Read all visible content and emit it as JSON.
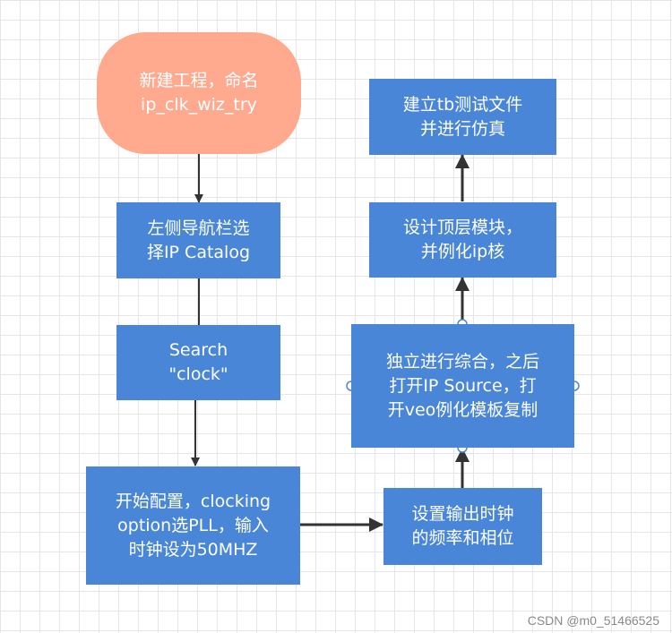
{
  "nodes": [
    {
      "id": "new-project",
      "text": "新建工程，命名\nip_clk_wiz_try"
    },
    {
      "id": "ip-catalog",
      "text": "左侧导航栏选\n择IP Catalog"
    },
    {
      "id": "search-clock",
      "text": "Search\n\"clock\""
    },
    {
      "id": "config-pll",
      "text": "开始配置，clocking\noption选PLL，输入\n时钟设为50MHZ"
    },
    {
      "id": "set-output",
      "text": "设置输出时钟\n的频率和相位"
    },
    {
      "id": "synthesize",
      "text": "独立进行综合，之后\n打开IP Source，打\n开veo例化模板复制"
    },
    {
      "id": "top-module",
      "text": "设计顶层模块，\n并例化ip核"
    },
    {
      "id": "testbench",
      "text": "建立tb测试文件\n并进行仿真"
    }
  ],
  "colors": {
    "start_fill": "#ffa98f",
    "process_fill": "#4a86d8",
    "connector": "#333333",
    "text": "#ffffff"
  },
  "watermark": "CSDN @m0_51466525"
}
